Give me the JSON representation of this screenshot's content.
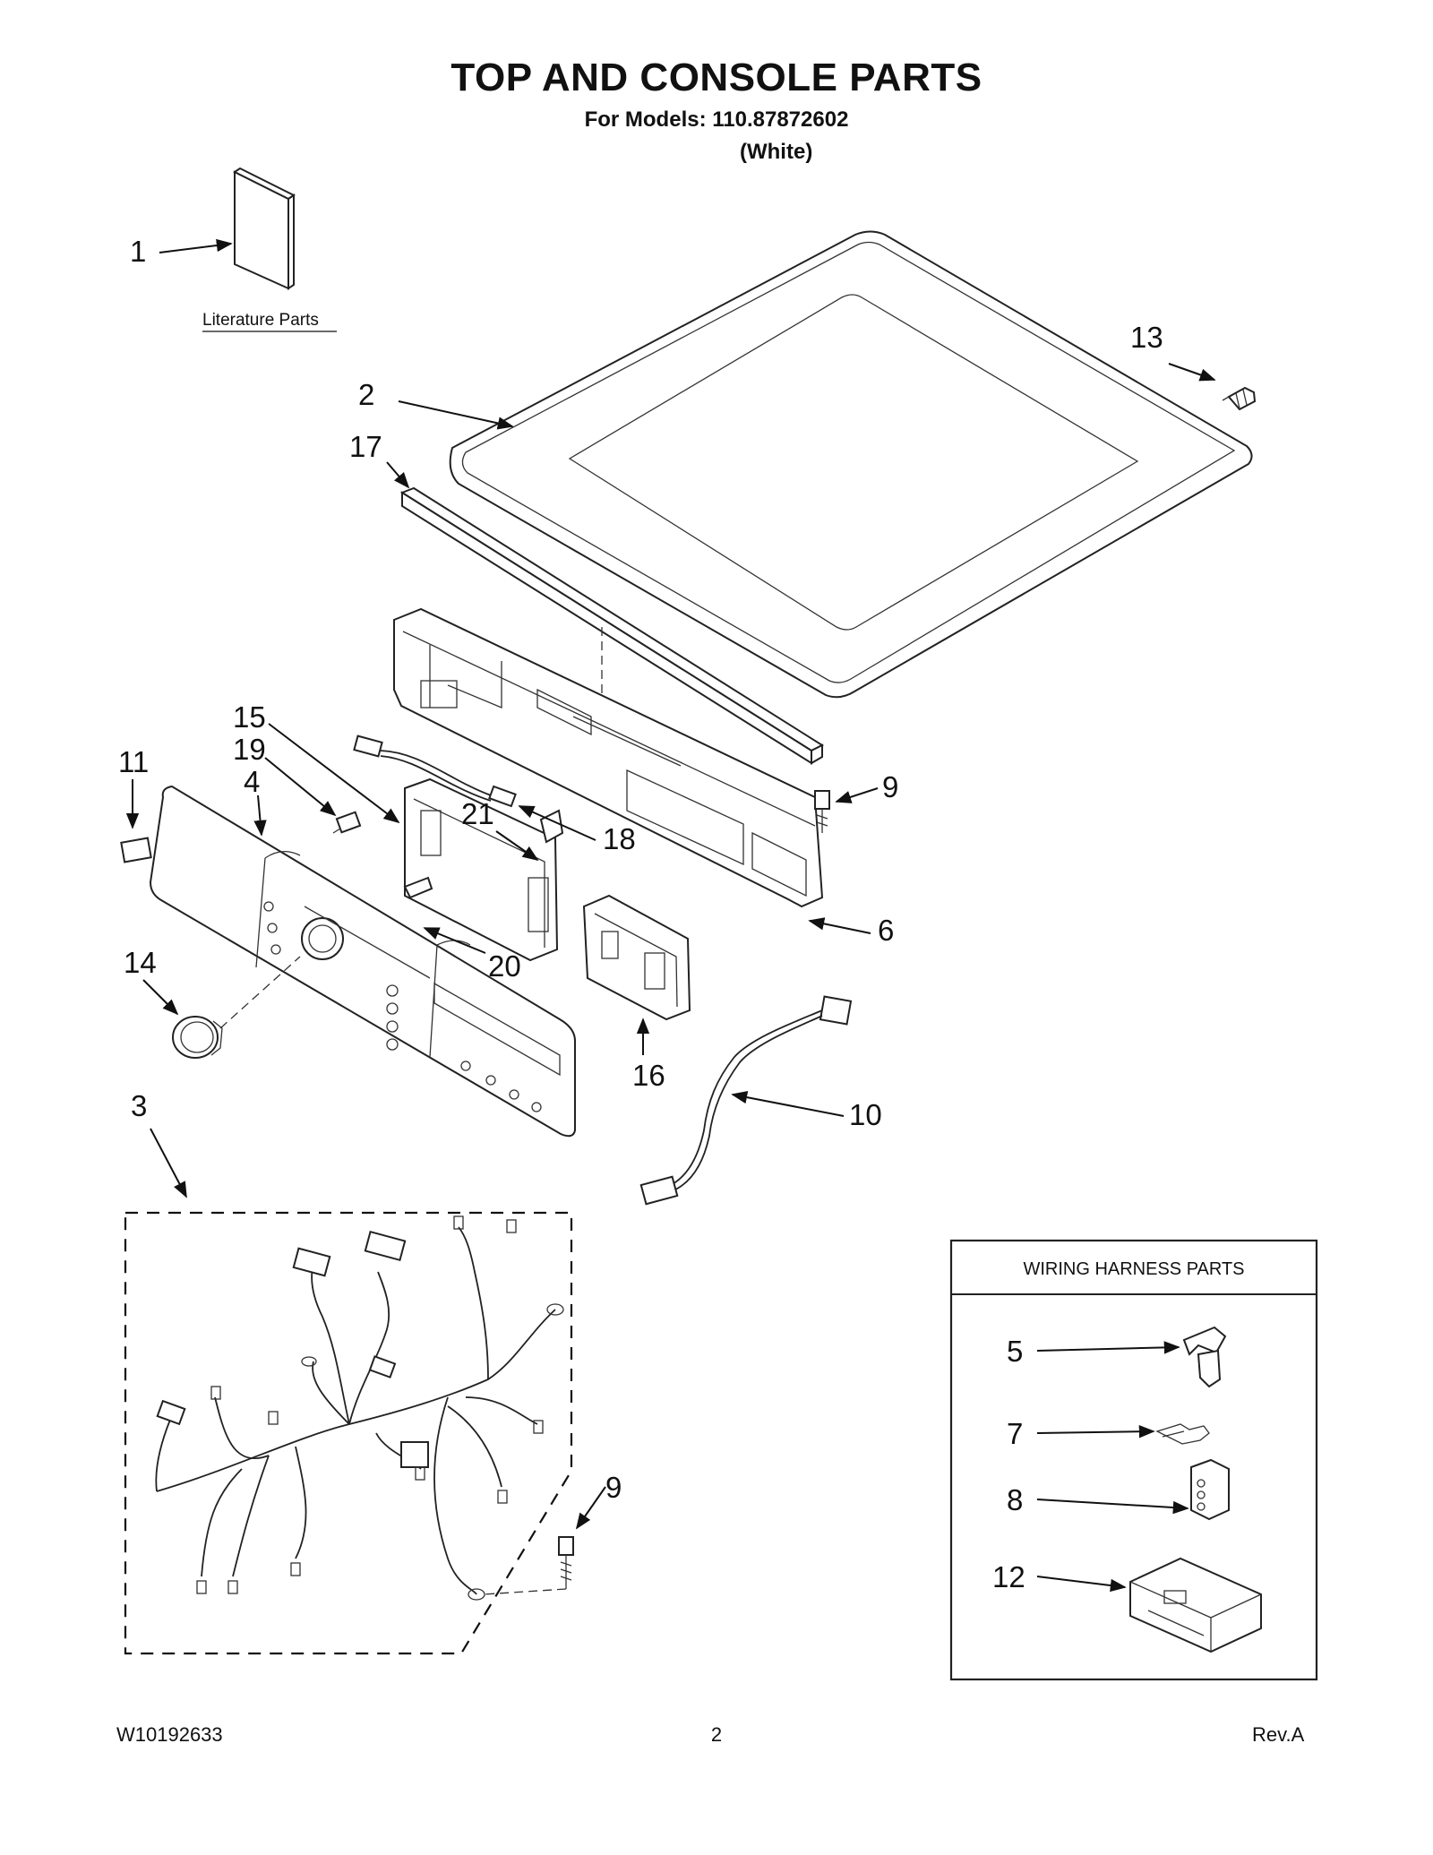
{
  "header": {
    "title": "TOP AND CONSOLE PARTS",
    "models": "For Models: 110.87872602",
    "color": "(White)"
  },
  "literature_label": "Literature Parts",
  "callouts": [
    "1",
    "2",
    "17",
    "13",
    "15",
    "19",
    "11",
    "4",
    "21",
    "18",
    "9",
    "6",
    "20",
    "14",
    "16",
    "10",
    "3",
    "9"
  ],
  "wiring_box": {
    "title": "WIRING HARNESS PARTS",
    "items": [
      "5",
      "7",
      "8",
      "12"
    ]
  },
  "footer": {
    "doc_number": "W10192633",
    "page": "2",
    "revision": "Rev.A"
  }
}
